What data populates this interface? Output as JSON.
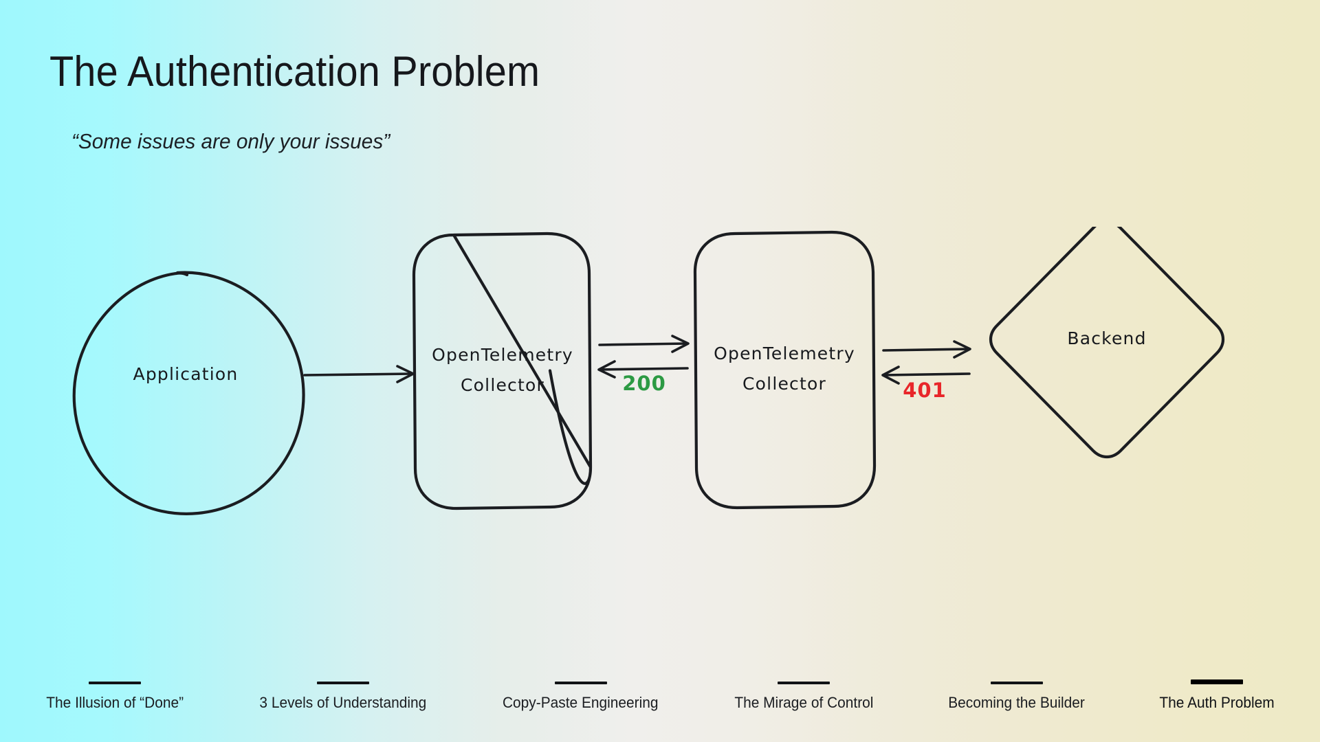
{
  "slide": {
    "title": "The Authentication Problem",
    "subtitle": "“Some issues are only your issues”"
  },
  "diagram": {
    "type": "flow",
    "nodes": [
      {
        "id": "application",
        "shape": "circle",
        "label": "Application"
      },
      {
        "id": "collector-1",
        "shape": "rounded-rect",
        "label_line1": "OpenTelemetry",
        "label_line2": "Collector"
      },
      {
        "id": "collector-2",
        "shape": "rounded-rect",
        "label_line1": "OpenTelemetry",
        "label_line2": "Collector"
      },
      {
        "id": "backend",
        "shape": "diamond",
        "label": "Backend"
      }
    ],
    "edges": [
      {
        "id": "app-to-collector1",
        "from": "application",
        "to": "collector-1",
        "direction": "forward",
        "label": ""
      },
      {
        "id": "collector1-to-collector2",
        "from": "collector-1",
        "to": "collector-2",
        "direction": "forward",
        "label": ""
      },
      {
        "id": "collector2-to-collector1",
        "from": "collector-2",
        "to": "collector-1",
        "direction": "backward",
        "label": "200",
        "label_color": "#2c9a43"
      },
      {
        "id": "collector2-to-backend",
        "from": "collector-2",
        "to": "backend",
        "direction": "forward",
        "label": ""
      },
      {
        "id": "backend-to-collector2",
        "from": "backend",
        "to": "collector-2",
        "direction": "backward",
        "label": "401",
        "label_color": "#e8262a"
      }
    ],
    "status_codes": {
      "success": "200",
      "success_color": "#2c9a43",
      "error": "401",
      "error_color": "#e8262a"
    }
  },
  "footer_nav": {
    "items": [
      {
        "label": "The Illusion of “Done”",
        "active": false
      },
      {
        "label": "3 Levels of Understanding",
        "active": false
      },
      {
        "label": "Copy-Paste Engineering",
        "active": false
      },
      {
        "label": "The Mirage of Control",
        "active": false
      },
      {
        "label": "Becoming the Builder",
        "active": false
      },
      {
        "label": "The Auth Problem",
        "active": true
      }
    ]
  },
  "theme": {
    "gradient_start": "#9ff8fd",
    "gradient_end": "#eeeac6",
    "ink": "#1b1d21"
  }
}
